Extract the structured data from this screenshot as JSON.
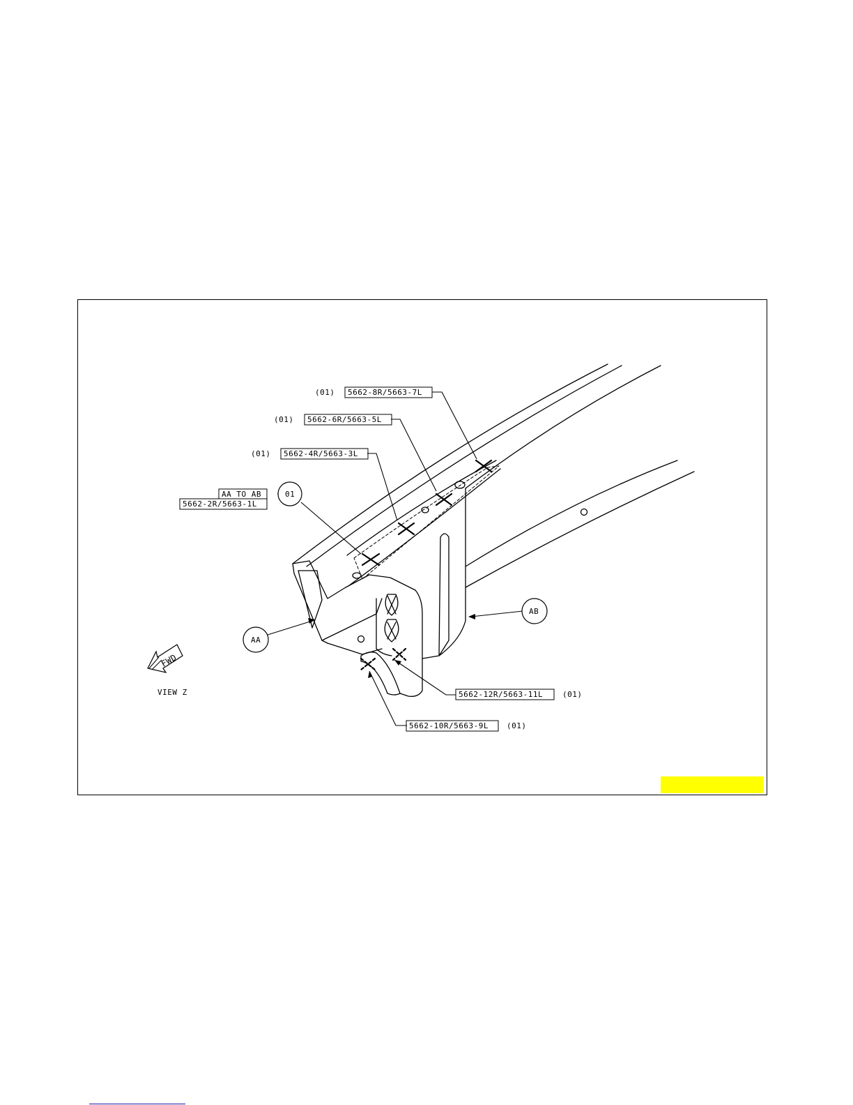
{
  "diagram": {
    "callouts": [
      {
        "qty": "(01)",
        "part": "5662-8R/5663-7L"
      },
      {
        "qty": "(01)",
        "part": "5662-6R/5663-5L"
      },
      {
        "qty": "(01)",
        "part": "5662-4R/5663-3L"
      },
      {
        "range": "AA TO AB",
        "part": "5662-2R/5663-1L",
        "bubble": "01"
      },
      {
        "part": "5662-12R/5663-11L",
        "qty": "(01)"
      },
      {
        "part": "5662-10R/5663-9L",
        "qty": "(01)"
      }
    ],
    "bubbles": {
      "aa": "AA",
      "ab": "AB"
    },
    "fwd_label": "FWD",
    "view_label": "VIEW Z"
  },
  "colors": {
    "highlight": "#ffff00",
    "footer_rule": "#1a1aa8",
    "line": "#000000"
  }
}
